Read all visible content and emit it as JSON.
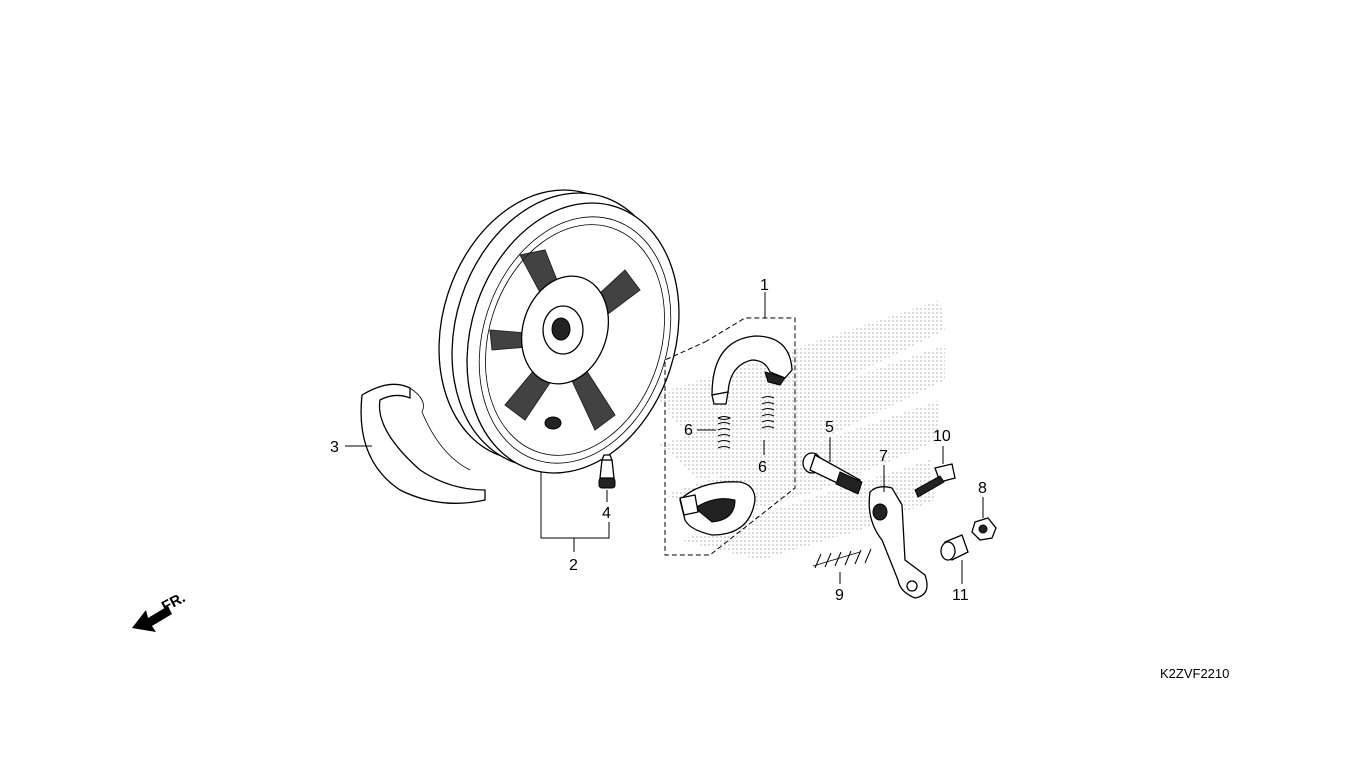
{
  "labels": {
    "p1": "1",
    "p2": "2",
    "p3": "3",
    "p4": "4",
    "p5": "5",
    "p6a": "6",
    "p6b": "6",
    "p7": "7",
    "p8": "8",
    "p9": "9",
    "p10": "10",
    "p11": "11"
  },
  "direction": {
    "text": "FR.",
    "icon": "front-arrow-icon"
  },
  "diagram_code": "K2ZVF2210",
  "watermark": {
    "icon": "wing-logo-watermark"
  }
}
